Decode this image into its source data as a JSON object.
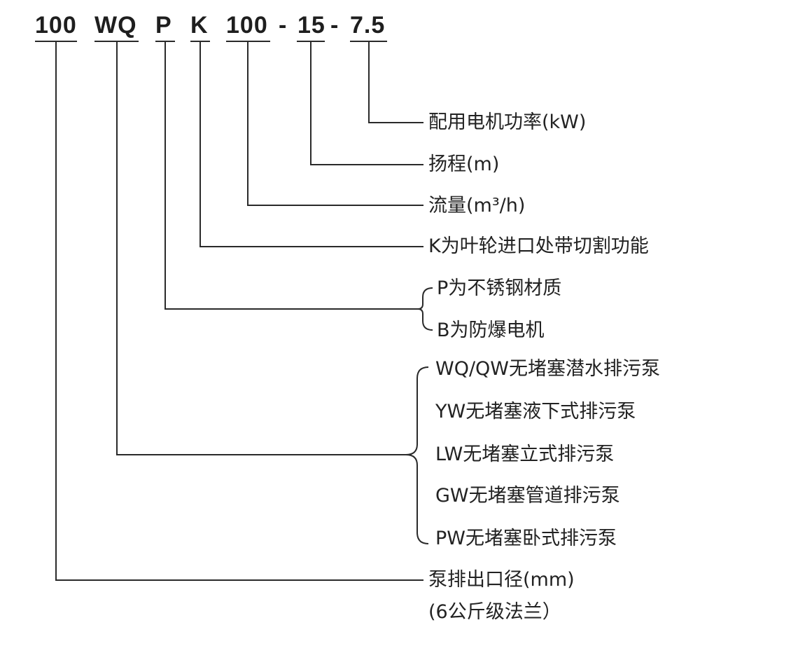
{
  "code": {
    "diameter": "100",
    "series": "WQ",
    "material": "P",
    "cutter": "K",
    "flow": "100",
    "sep1": "-",
    "head": "15",
    "sep2": "-",
    "power": "7.5"
  },
  "labels": {
    "power": "配用电机功率(kW)",
    "head": "扬程(m)",
    "flow": "流量(m³/h)",
    "cutter": "K为叶轮进口处带切割功能",
    "material_p": "P为不锈钢材质",
    "material_b": "B为防爆电机",
    "series_items": [
      "WQ/QW无堵塞潜水排污泵",
      "YW无堵塞液下式排污泵",
      "LW无堵塞立式排污泵",
      "GW无堵塞管道排污泵",
      "PW无堵塞卧式排污泵"
    ],
    "diameter_line1": "泵排出口径(mm)",
    "diameter_line2": "(6公斤级法兰）"
  }
}
